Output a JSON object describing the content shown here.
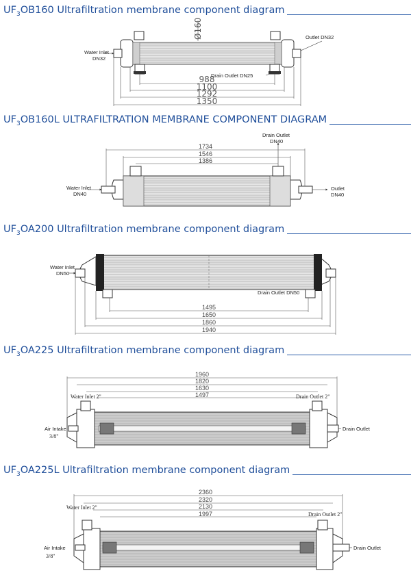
{
  "diagrams": [
    {
      "title_pre": "UF",
      "title_sub": "3",
      "title_rest": "OB160 Ultrafiltration membrane component diagram",
      "labels": {
        "inlet": "Water Inlet",
        "inlet_size": "DN32",
        "outlet": "Outlet DN32",
        "drain": "Drain Outlet DN25",
        "diameter": "Ø160"
      },
      "dimensions": [
        "988",
        "1100",
        "1292",
        "1350"
      ]
    },
    {
      "title_pre": "UF",
      "title_sub": "3",
      "title_rest": "OB160L ULTRAFILTRATION MEMBRANE COMPONENT DIAGRAM",
      "labels": {
        "inlet": "Water Inlet",
        "inlet_size": "DN40",
        "outlet": "Outlet",
        "outlet_size": "DN40",
        "drain": "Drain Outlet",
        "drain_size": "DN40"
      },
      "dimensions": [
        "1734",
        "1546",
        "1386"
      ]
    },
    {
      "title_pre": "UF",
      "title_sub": "3",
      "title_rest": "OA200 Ultrafiltration membrane component diagram",
      "labels": {
        "inlet": "Water Inlet",
        "inlet_size": "DN50",
        "drain": "Drain Outlet DN50"
      },
      "dimensions": [
        "1495",
        "1650",
        "1860",
        "1940"
      ]
    },
    {
      "title_pre": "UF",
      "title_sub": "3",
      "title_rest": "OA225 Ultrafiltration membrane component diagram",
      "labels": {
        "inlet": "Water Inlet 2\"",
        "drain_top": "Drain Outlet 2\"",
        "air": "Air Intake",
        "air_size": "3/8\"",
        "drain_side": "Drain Outlet"
      },
      "dimensions": [
        "1960",
        "1820",
        "1630",
        "1497"
      ]
    },
    {
      "title_pre": "UF",
      "title_sub": "3",
      "title_rest": "OA225L Ultrafiltration membrane component diagram",
      "labels": {
        "inlet": "Water Inlet 2\"",
        "drain_top": "Drain Outlet 2\"",
        "air": "Air Intake",
        "air_size": "3/8\"",
        "drain_side": "Drain Outlet"
      },
      "dimensions": [
        "2360",
        "2320",
        "2130",
        "1997"
      ]
    }
  ]
}
